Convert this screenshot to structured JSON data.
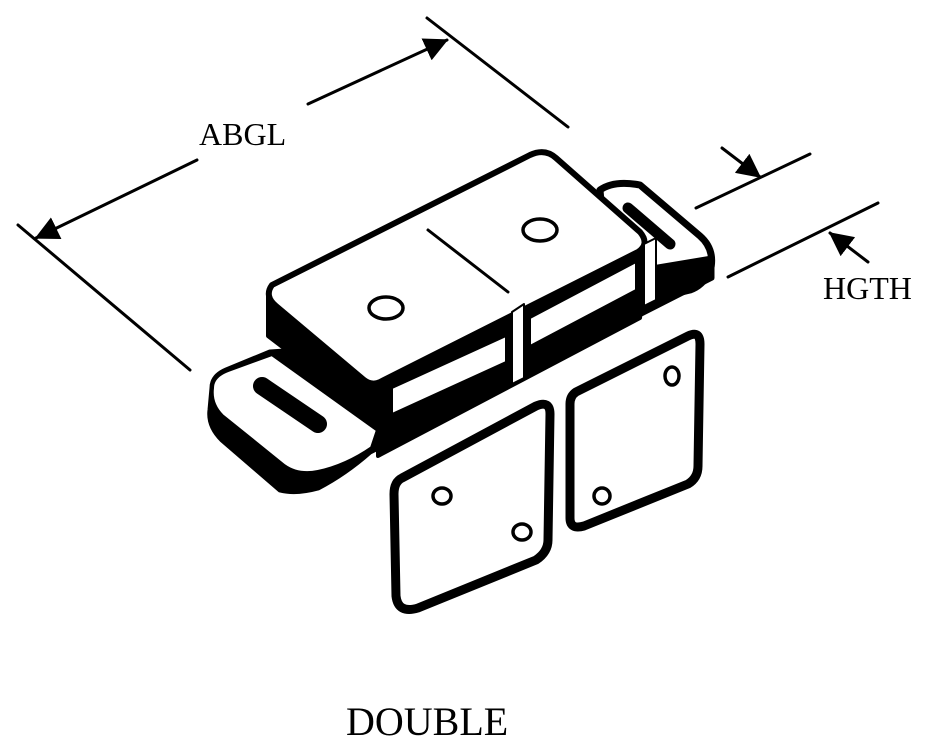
{
  "dimensions": {
    "length_label": "ABGL",
    "height_label": "HGTH"
  },
  "caption": "DOUBLE",
  "colors": {
    "ink": "#000000",
    "paper": "#ffffff"
  }
}
